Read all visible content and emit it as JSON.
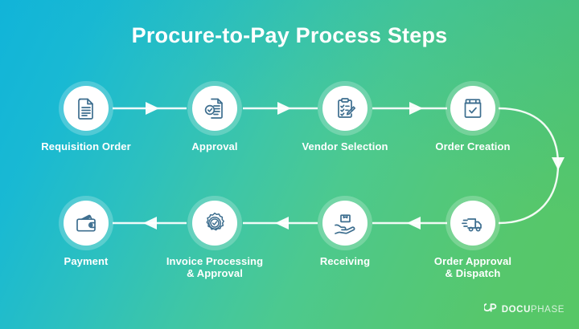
{
  "header": {
    "title": "Procure-to-Pay Process Steps"
  },
  "theme": {
    "gradient_start": "#11b4d9",
    "gradient_end": "#57c765",
    "node_circle_color": "#ffffff",
    "icon_stroke_color": "#3d6e8f",
    "label_color": "#ffffff",
    "connector_color": "#ffffff"
  },
  "steps": [
    {
      "index": "1",
      "label": "Requisition Order",
      "icon": "document-icon"
    },
    {
      "index": "2",
      "label": "Approval",
      "icon": "document-check-icon"
    },
    {
      "index": "3",
      "label": "Vendor Selection",
      "icon": "clipboard-pencil-icon"
    },
    {
      "index": "4",
      "label": "Order Creation",
      "icon": "box-check-icon"
    },
    {
      "index": "5",
      "label": "Order Approval\n& Dispatch",
      "icon": "delivery-truck-icon"
    },
    {
      "index": "6",
      "label": "Receiving",
      "icon": "hand-package-icon"
    },
    {
      "index": "7",
      "label": "Invoice Processing\n& Approval",
      "icon": "seal-check-icon"
    },
    {
      "index": "8",
      "label": "Payment",
      "icon": "wallet-icon"
    }
  ],
  "logo": {
    "name_bold": "DOCU",
    "name_light": "PHASE",
    "mark": "docuphase-logo-icon"
  }
}
